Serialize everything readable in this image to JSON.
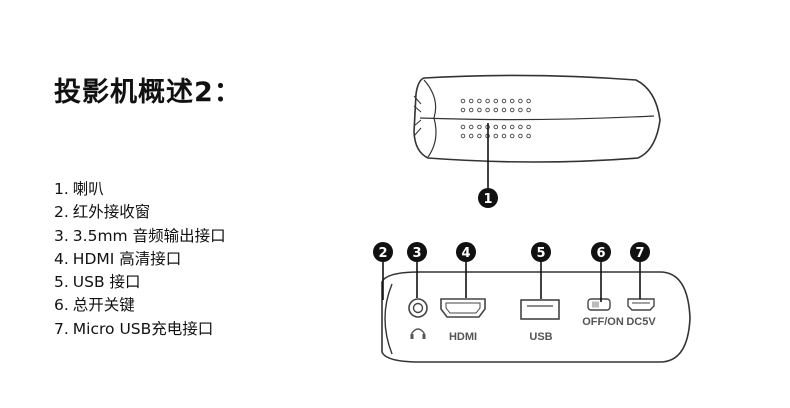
{
  "title": "投影机概述2：",
  "features": [
    {
      "num": "1.",
      "text": "喇叭"
    },
    {
      "num": "2.",
      "text": "红外接收窗"
    },
    {
      "num": "3.",
      "text": "3.5mm 音频输出接口"
    },
    {
      "num": "4.",
      "text": "HDMI 高清接口"
    },
    {
      "num": "5.",
      "text": "USB 接口"
    },
    {
      "num": "6.",
      "text": "总开关键"
    },
    {
      "num": "7.",
      "text": "Micro USB充电接口"
    }
  ],
  "callouts": {
    "speaker": "1",
    "ir_window": "2",
    "audio": "3",
    "hdmi": "4",
    "usb": "5",
    "power": "6",
    "micro_usb": "7"
  },
  "port_labels": {
    "hdmi": "HDMI",
    "usb": "USB",
    "power": "OFF/ON",
    "micro_usb": "DC5V"
  },
  "icons": {
    "audio": "headphone-icon"
  },
  "colors": {
    "outline": "#333333",
    "badge": "#111111",
    "port_label": "#555555"
  }
}
